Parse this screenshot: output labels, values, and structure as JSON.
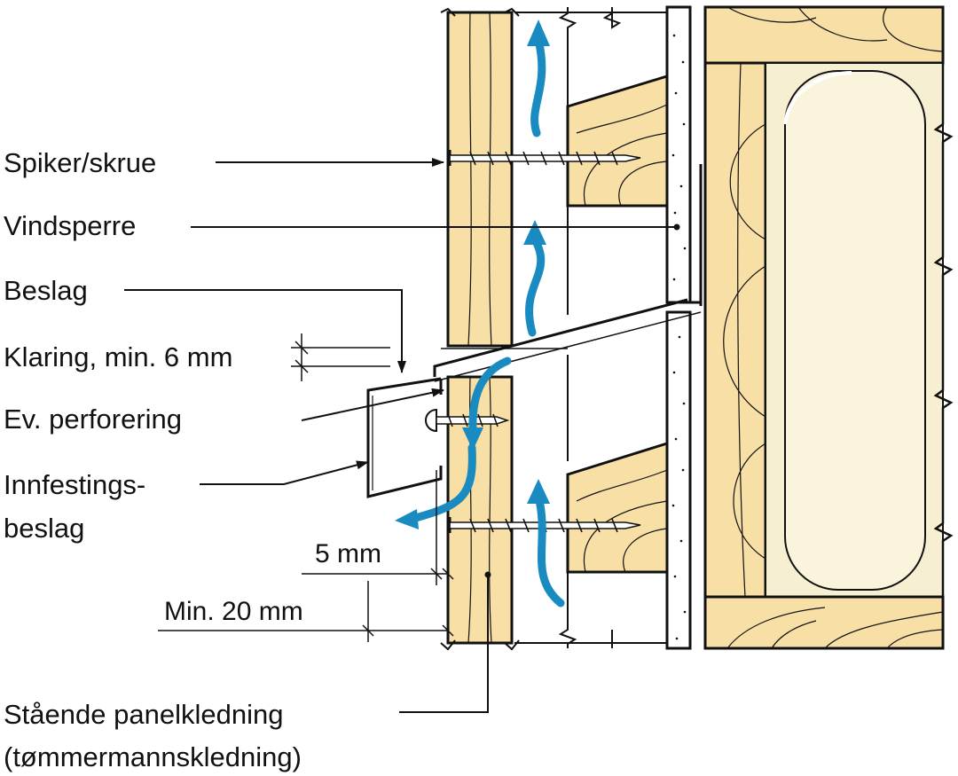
{
  "labels": {
    "nail_screw": "Spiker/skrue",
    "wind_barrier": "Vindsperre",
    "flashing": "Beslag",
    "clearance": "Klaring, min. 6 mm",
    "perforation": "Ev. perforering",
    "fastening_1": "Innfestings-",
    "fastening_2": "beslag",
    "panel_1": "Stående panelkledning",
    "panel_2": "(tømmermannskledning)"
  },
  "dimensions": {
    "gap": "5 mm",
    "overlap": "Min. 20 mm"
  },
  "colors": {
    "wood": "#f7dfa5",
    "insulation": "#f7efd2",
    "airflow": "#1a8bc0",
    "line": "#111111"
  }
}
